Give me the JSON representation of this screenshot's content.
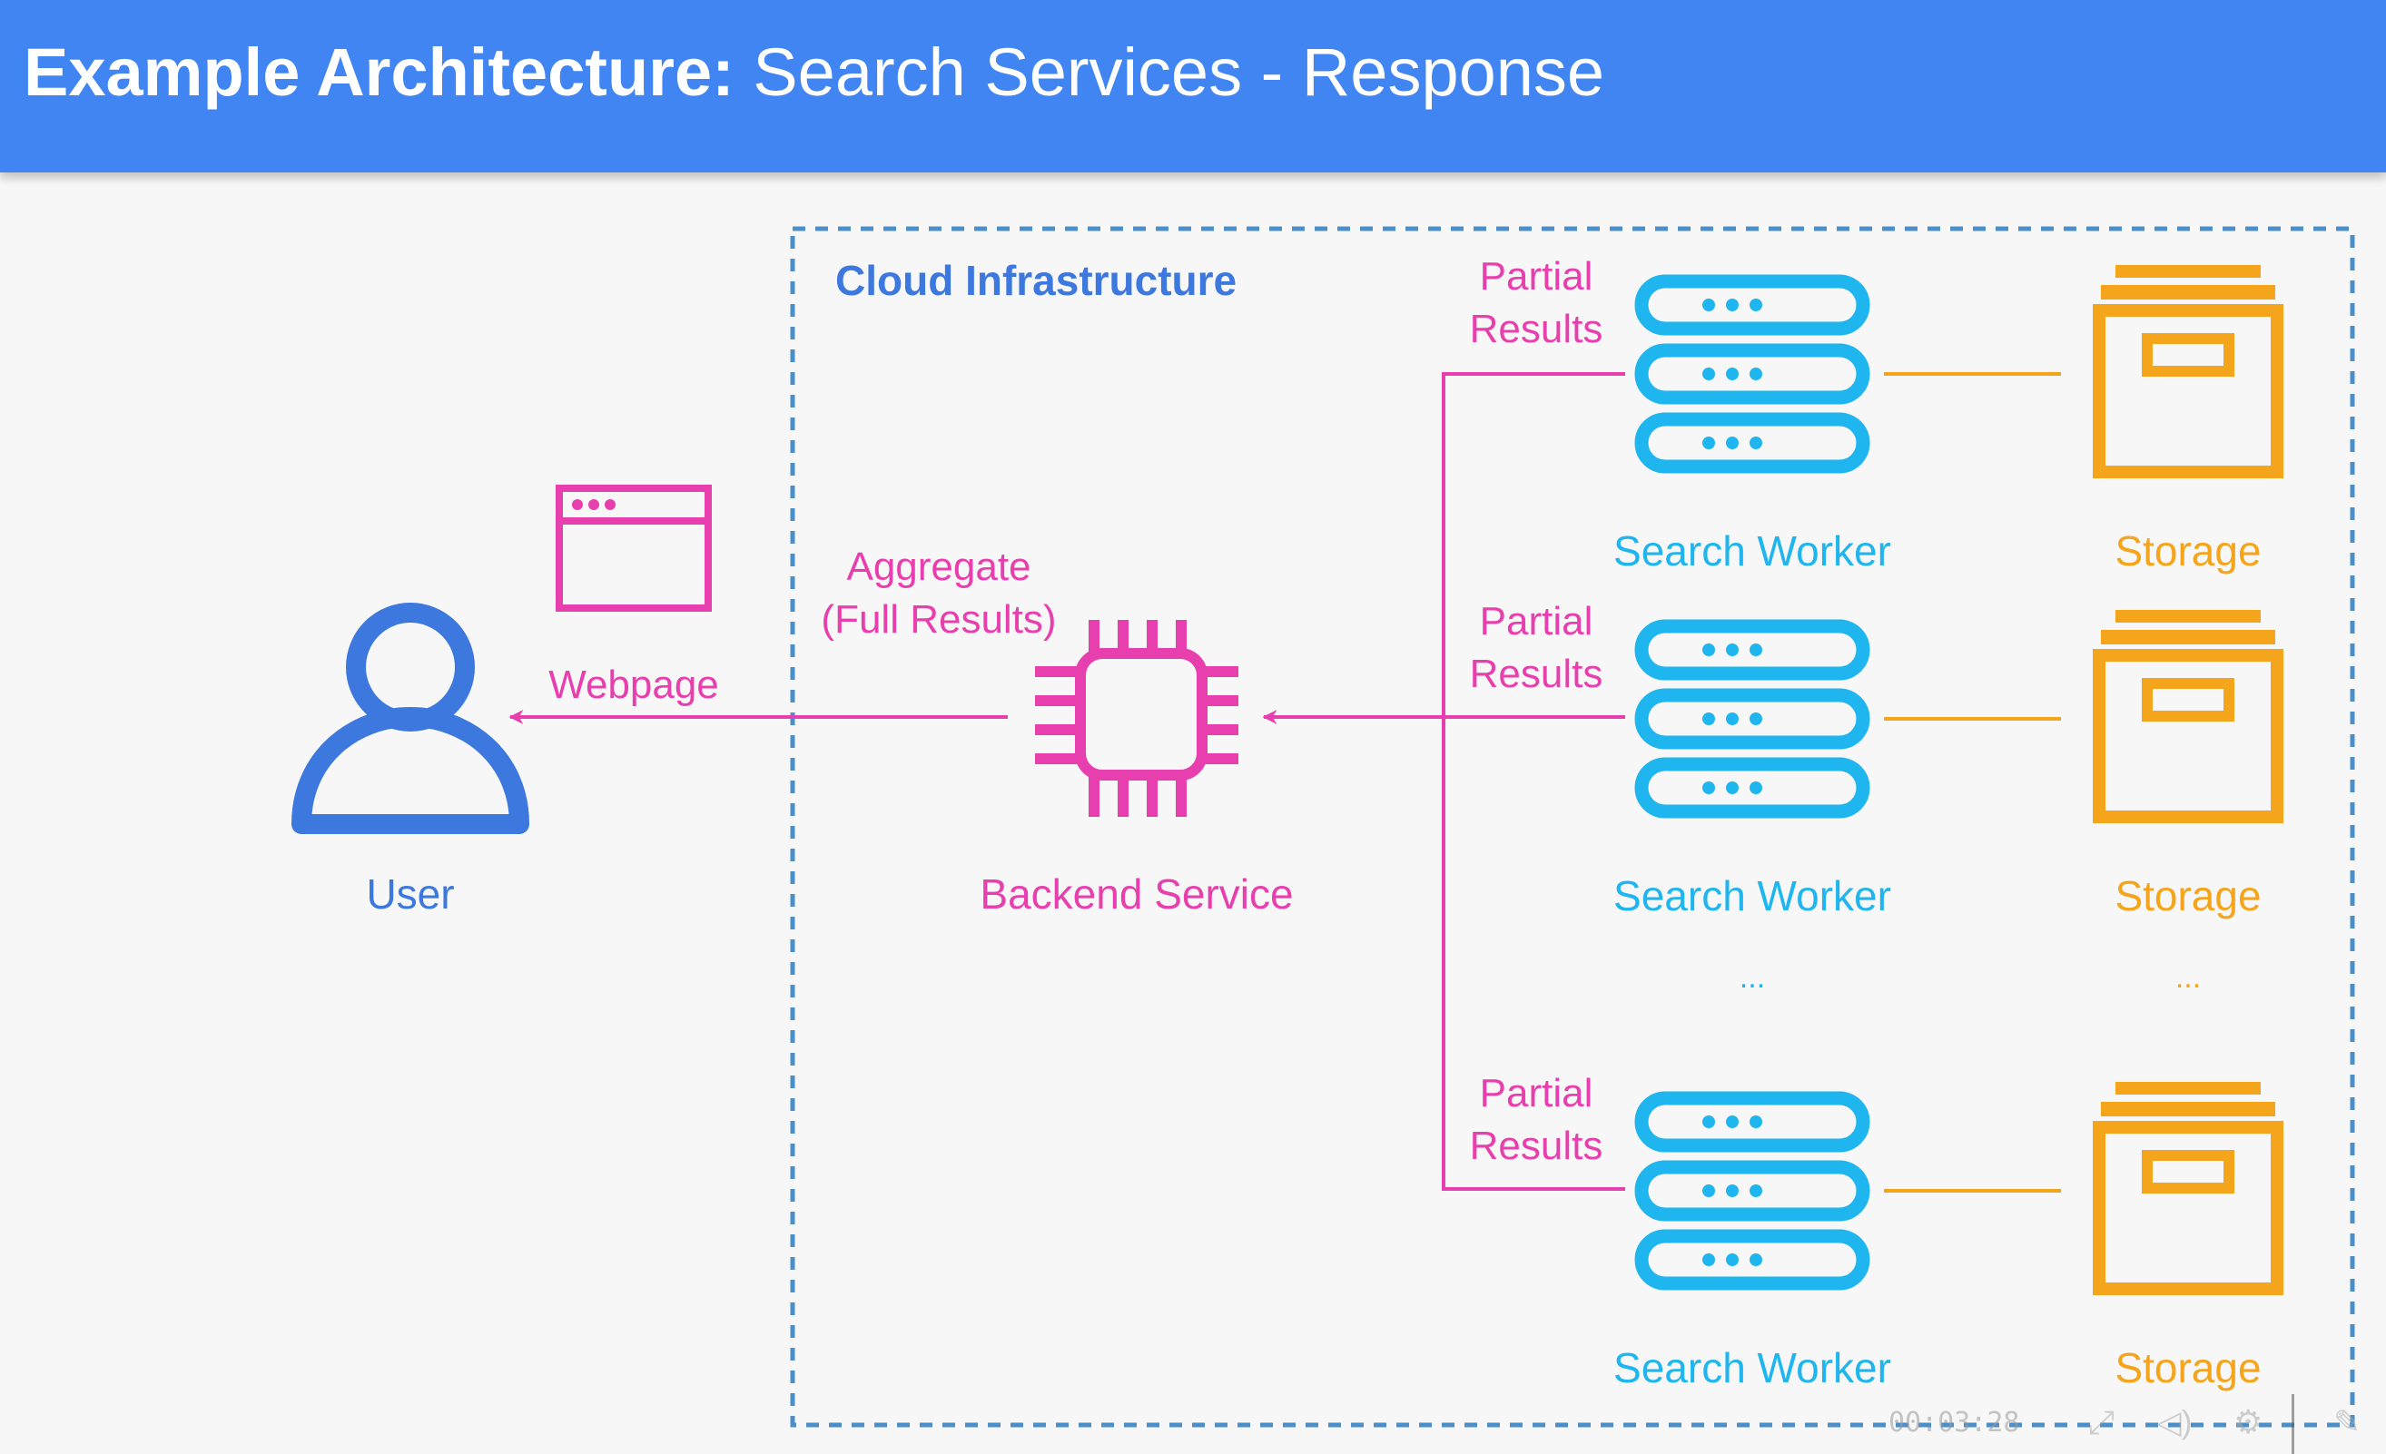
{
  "header": {
    "title_bold": "Example Architecture:",
    "title_rest": " Search Services - Response",
    "background": "#4185f3"
  },
  "diagram": {
    "boundary_label": "Cloud Infrastructure",
    "user_label": "User",
    "webpage_label": "Webpage",
    "aggregate_label_line1": "Aggregate",
    "aggregate_label_line2": "(Full Results)",
    "backend_label": "Backend Service",
    "partial_line1": "Partial",
    "partial_line2": "Results",
    "worker_label": "Search Worker",
    "storage_label": "Storage",
    "ellipsis": "...",
    "colors": {
      "user": "#3d78df",
      "flow": "#e83fae",
      "worker": "#1fb5ef",
      "storage": "#f4a51c",
      "boundary": "#4a8fc9"
    },
    "icons": [
      "user-icon",
      "webpage-icon",
      "chip-icon",
      "server-stack-icon",
      "archive-box-icon"
    ]
  },
  "video": {
    "timestamp": "00:03:28"
  }
}
